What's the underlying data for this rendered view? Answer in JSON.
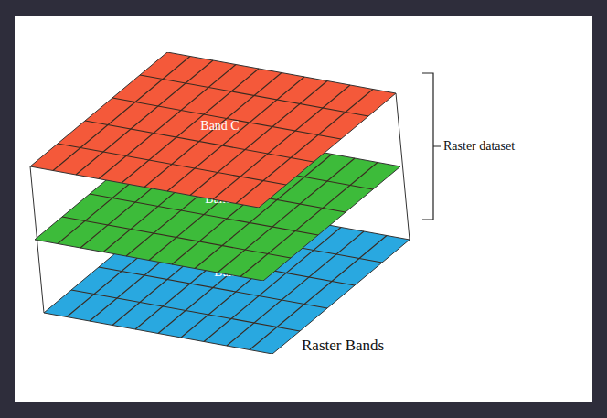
{
  "diagram": {
    "caption": "Raster Bands",
    "nodes": [
      {
        "text": [
          "Band C"
        ]
      },
      {
        "text": [
          "Band B"
        ]
      },
      {
        "text": [
          "Band A"
        ]
      }
    ],
    "labels": [
      "Raster dataset"
    ]
  }
}
